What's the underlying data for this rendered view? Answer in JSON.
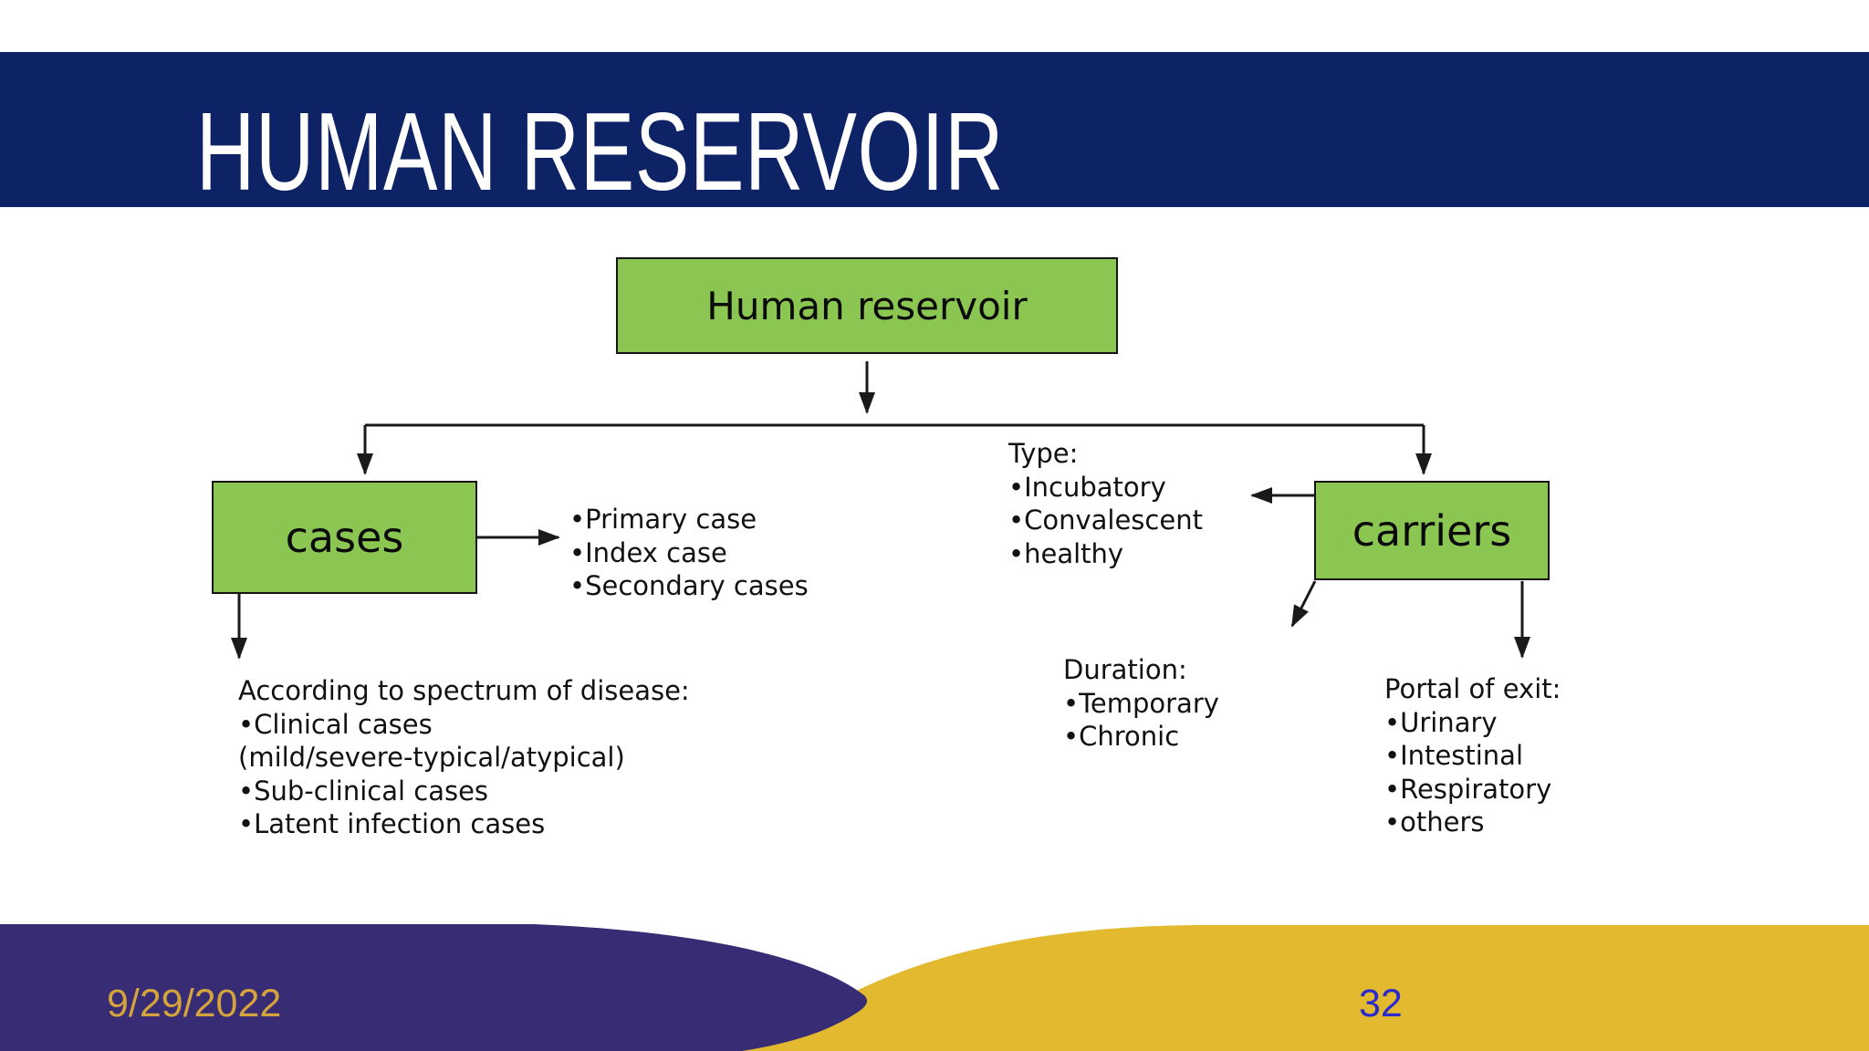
{
  "slide": {
    "title": "HUMAN RESERVOIR",
    "date": "9/29/2022",
    "page_number": "32"
  },
  "diagram": {
    "root_box_label": "Human reservoir",
    "cases_box_label": "cases",
    "carriers_box_label": "carriers",
    "case_types": [
      "•Primary case",
      "•Index case",
      "•Secondary cases"
    ],
    "spectrum": [
      "According to spectrum of disease:",
      "•Clinical cases",
      "(mild/severe-typical/atypical)",
      "•Sub-clinical cases",
      "•Latent infection cases"
    ],
    "carrier_type": [
      "Type:",
      "•Incubatory",
      "•Convalescent",
      "•healthy"
    ],
    "duration": [
      "Duration:",
      "•Temporary",
      "•Chronic"
    ],
    "portal_of_exit": [
      "Portal of exit:",
      "•Urinary",
      "•Intestinal",
      "•Respiratory",
      "•others"
    ]
  },
  "colors": {
    "banner_navy": "#0e2365",
    "box_green": "#8cc652",
    "box_border": "#141414",
    "footer_purple": "#382c75",
    "footer_gold": "#e2b92f",
    "date_text_gold": "#d5a43c",
    "page_number_blue": "#2b2bcb",
    "title_text": "#ffffff",
    "diagram_text": "#111111"
  }
}
